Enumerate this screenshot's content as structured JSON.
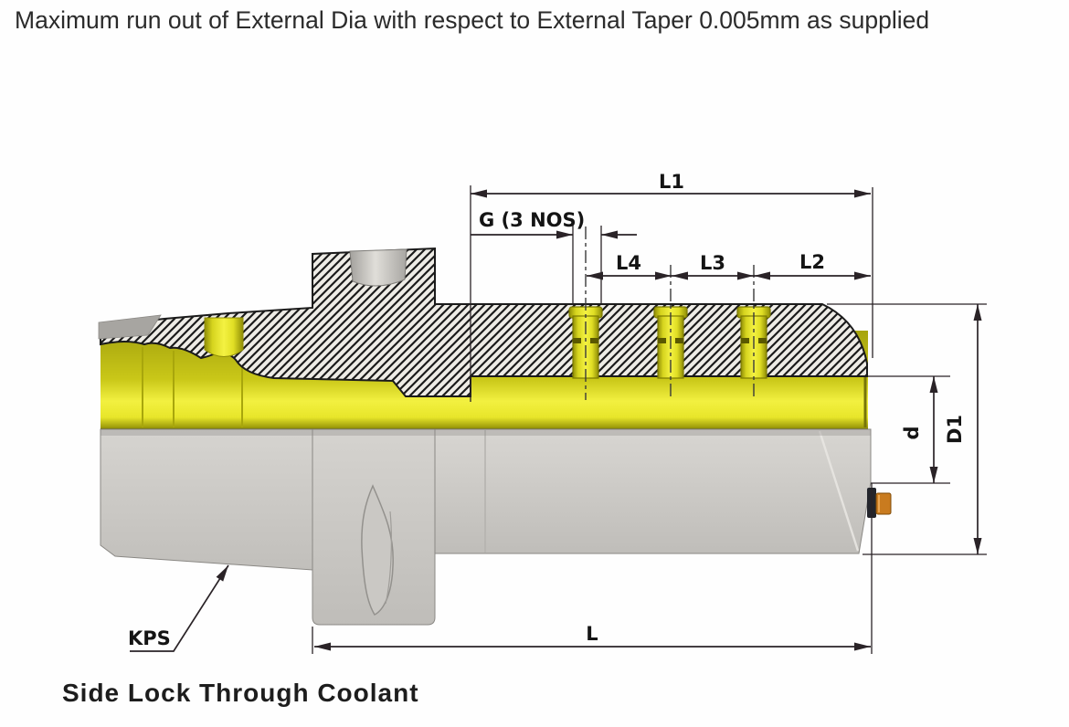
{
  "title": "Maximum run out of External Dia with respect to External Taper 0.005mm as supplied",
  "caption": "Side Lock Through Coolant",
  "dimensions": {
    "l1": "L1",
    "g": "G (3 NOS)",
    "l4": "L4",
    "l3": "L3",
    "l2": "L2",
    "d": "d",
    "d1": "D1",
    "l": "L",
    "kps": "KPS"
  },
  "colors": {
    "section_yellow": "#e9e72c",
    "hole_yellow": "#f4f242",
    "body_gray": "#cccac6",
    "hatch_background": "#eeece6",
    "hatch_line": "#1b1b1b",
    "screw_orange": "#c97b1f",
    "dimension_line": "#2a2327",
    "text": "#141414"
  }
}
